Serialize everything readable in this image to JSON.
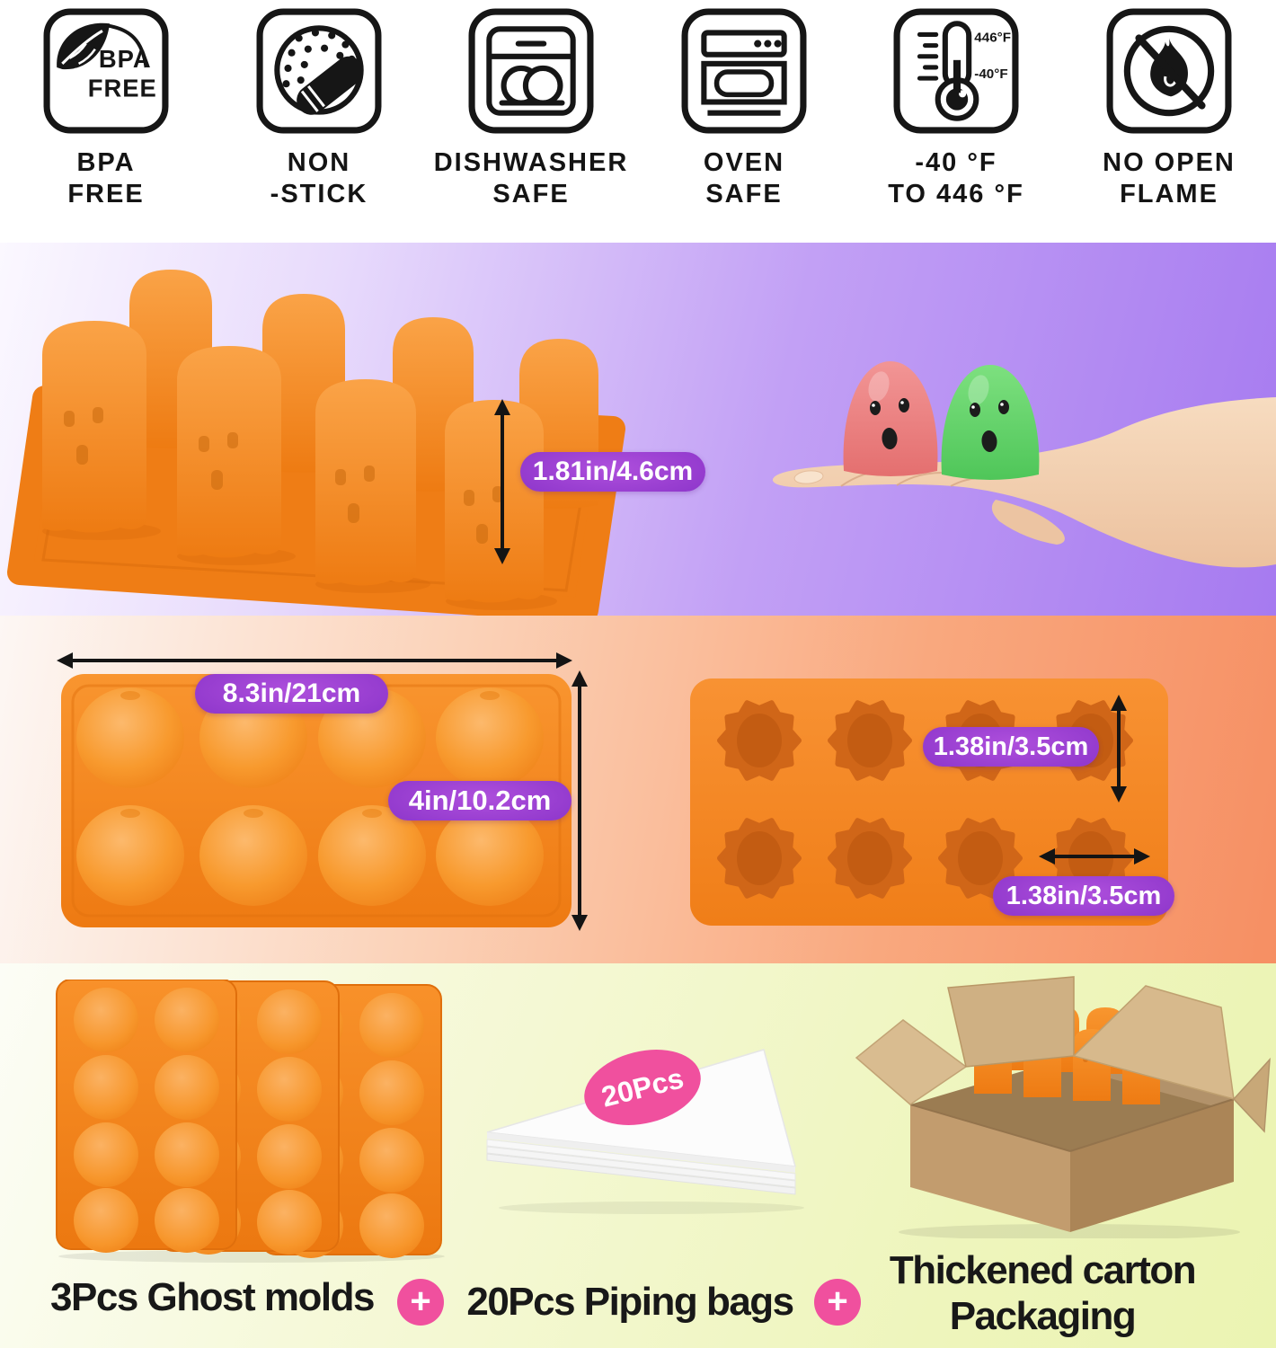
{
  "features": [
    {
      "label1": "BPA",
      "label2": "FREE",
      "icon_text1": "BPA",
      "icon_text2": "FREE"
    },
    {
      "label1": "NON",
      "label2": "-STICK"
    },
    {
      "label1": "DISHWASHER",
      "label2": "SAFE"
    },
    {
      "label1": "OVEN",
      "label2": "SAFE"
    },
    {
      "label1": "-40 °F",
      "label2": "TO 446 °F",
      "icon_max": "446°F",
      "icon_min": "-40°F"
    },
    {
      "label1": "NO OPEN",
      "label2": "FLAME"
    }
  ],
  "hero": {
    "height_pill": "1.81in/4.6cm"
  },
  "dims": {
    "width_pill": "8.3in/21cm",
    "depth_pill": "4in/10.2cm",
    "cavity_height_pill": "1.38in/3.5cm",
    "cavity_width_pill": "1.38in/3.5cm"
  },
  "bundle": {
    "plus": "+",
    "items": [
      {
        "caption": "3Pcs Ghost molds"
      },
      {
        "caption": "20Pcs Piping bags",
        "badge": "20Pcs"
      },
      {
        "caption1": "Thickened carton",
        "caption2": "Packaging"
      }
    ]
  },
  "colors": {
    "pill_purple": "#8a30c8",
    "plus_pink": "#f0509e",
    "mold_orange": "#f5861d",
    "ghost_pink": "#ef8585",
    "ghost_green": "#6fd873",
    "section_purple": "#a67af0",
    "section_orange": "#f68f63",
    "section_green": "#ebf4b2"
  }
}
